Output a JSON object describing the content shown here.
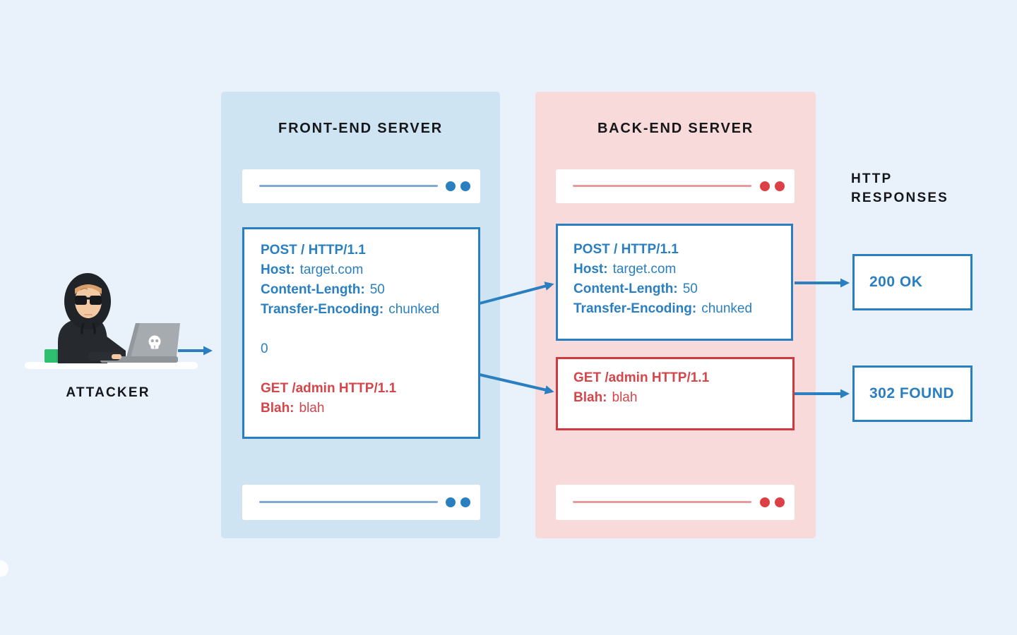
{
  "colors": {
    "background": "#e9f1fa",
    "frontend_panel": "#cfe4f3",
    "backend_panel": "#f8dadb",
    "blue_accent": "#2a7fc0",
    "red_accent": "#d5454a",
    "red_border": "#d0393f",
    "heading_text": "#15171a"
  },
  "attacker": {
    "label": "ATTACKER"
  },
  "frontend": {
    "title": "FRONT-END SERVER",
    "request": {
      "start_line": "POST / HTTP/1.1",
      "host_label": "Host:",
      "host_value": "target.com",
      "content_length_label": "Content-Length:",
      "content_length_value": "50",
      "transfer_encoding_label": "Transfer-Encoding:",
      "transfer_encoding_value": "chunked",
      "chunk_terminator": "0",
      "smuggled_start_line": "GET /admin HTTP/1.1",
      "smuggled_header_label": "Blah:",
      "smuggled_header_value": "blah"
    }
  },
  "backend": {
    "title": "BACK-END SERVER",
    "first_request": {
      "start_line": "POST / HTTP/1.1",
      "host_label": "Host:",
      "host_value": "target.com",
      "content_length_label": "Content-Length:",
      "content_length_value": "50",
      "transfer_encoding_label": "Transfer-Encoding:",
      "transfer_encoding_value": "chunked"
    },
    "smuggled_request": {
      "start_line": "GET /admin HTTP/1.1",
      "header_label": "Blah:",
      "header_value": "blah"
    }
  },
  "responses": {
    "title_line1": "HTTP",
    "title_line2": "RESPONSES",
    "items": [
      {
        "label": "200 OK"
      },
      {
        "label": "302 FOUND"
      }
    ]
  }
}
